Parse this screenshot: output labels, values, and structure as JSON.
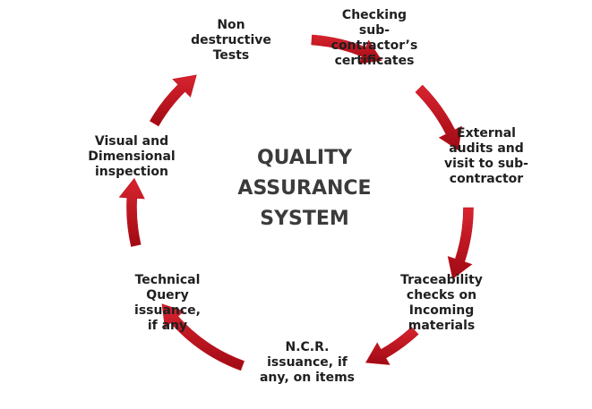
{
  "diagram": {
    "center_title": "QUALITY\nASSURANCE\nSYSTEM",
    "nodes": [
      {
        "label": "Non\ndestructive\nTests"
      },
      {
        "label": "Checking\nsub-\ncontractor’s\ncertificates"
      },
      {
        "label": "External\naudits and\nvisit to sub-\ncontractor"
      },
      {
        "label": "Traceability\nchecks on\nIncoming\nmaterials"
      },
      {
        "label": "N.C.R.\nissuance, if\nany, on items"
      },
      {
        "label": "Technical\nQuery\nissuance,\nif any"
      },
      {
        "label": "Visual and\nDimensional\ninspection"
      }
    ],
    "arrow_color": "#c0101e"
  }
}
